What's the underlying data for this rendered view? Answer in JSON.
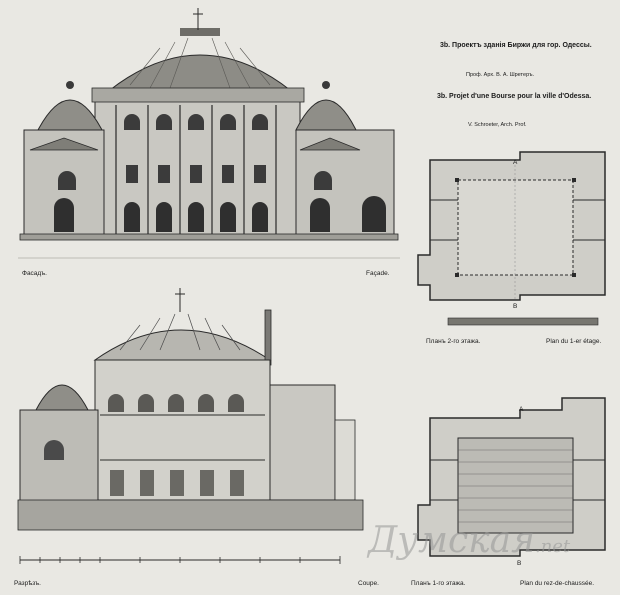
{
  "header": {
    "title_ru": "3b. Проектъ зданія Биржи для гор. Одессы.",
    "author_ru": "Проф. Арх. В. А. Шретеръ.",
    "title_fr": "3b. Projet d'une Bourse pour la ville d'Odessa.",
    "author_fr": "V. Schroeter, Arch. Prof."
  },
  "labels": {
    "facade_ru": "Фасадъ.",
    "facade_fr": "Façade.",
    "section_ru": "Разрѣзъ.",
    "section_fr": "Coupe.",
    "plan2_ru": "Планъ 2-го этажа.",
    "plan2_fr": "Plan du 1-er étage.",
    "plan1_ru": "Планъ 1-го этажа.",
    "plan1_fr": "Plan du rez-de-chaussée.",
    "plan2_a": "A",
    "plan2_b": "B",
    "plan1_a": "A",
    "plan1_b": "B"
  },
  "watermark": {
    "text": "Думская",
    "suffix": ".net"
  }
}
